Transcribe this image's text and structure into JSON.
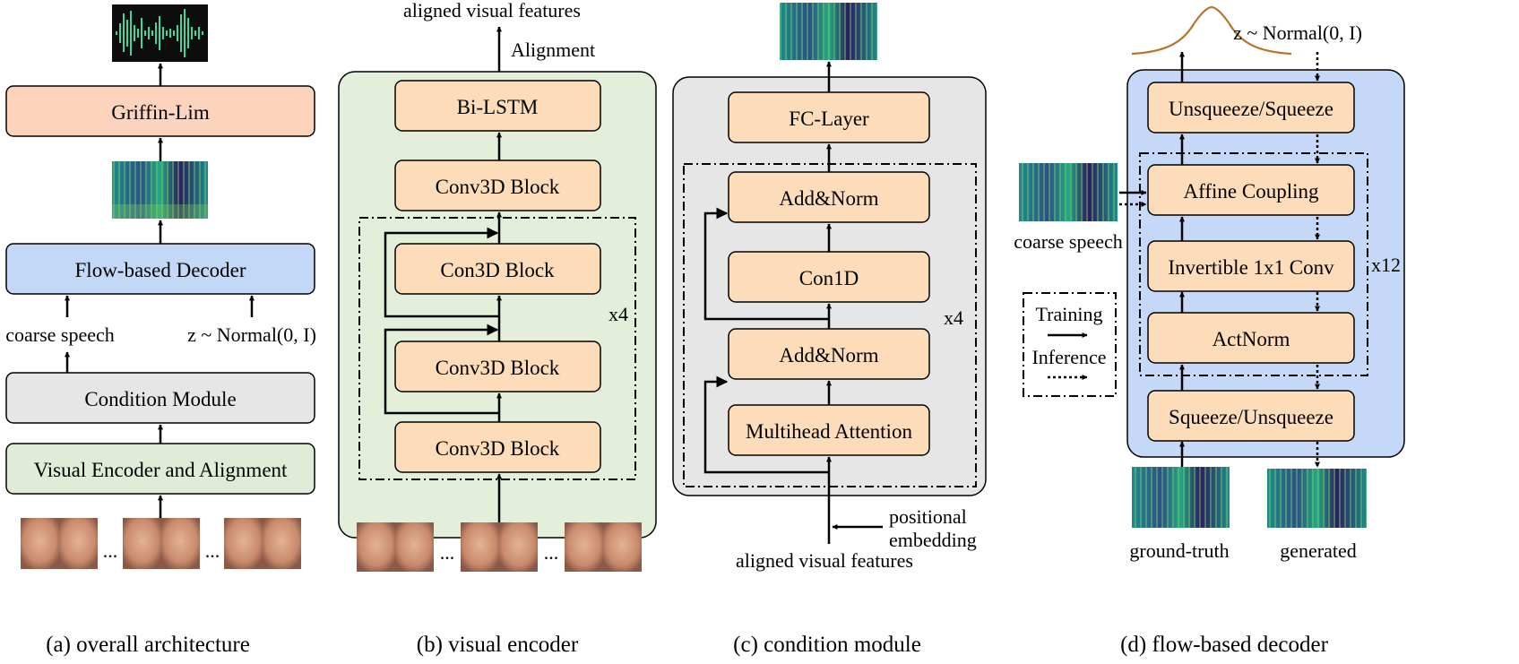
{
  "colors": {
    "orange_box": "#fdddb9",
    "salmon_box": "#fcd3bc",
    "blue_box": "#c3d7f6",
    "gray_box": "#e6e6e6",
    "green_box": "#e0ecd7",
    "panel_green": "#e3efda",
    "panel_gray": "#e6e6e6",
    "panel_blue": "#c5d8f7",
    "gauss_curve": "#b8742a",
    "spectrogram_dark": "#2d1c63",
    "spectrogram_mid": "#1f8b8c",
    "spectrogram_light": "#7ad15f",
    "waveform": "#37dba2"
  },
  "panel_a": {
    "griffin_lim": "Griffin-Lim",
    "flow_decoder": "Flow-based Decoder",
    "coarse_speech": "coarse speech",
    "z_normal": "z ~ Normal(0, I)",
    "condition_module": "Condition Module",
    "visual_encoder": "Visual Encoder and Alignment",
    "ellipsis": "...",
    "caption": "(a) overall architecture"
  },
  "panel_b": {
    "output_label": "aligned visual features",
    "alignment": "Alignment",
    "bilstm": "Bi-LSTM",
    "conv3d_top": "Conv3D Block",
    "con3d": "Con3D Block",
    "conv3d_mid": "Conv3D Block",
    "conv3d_bottom": "Conv3D Block",
    "repeat": "x4",
    "ellipsis": "...",
    "caption": "(b) visual encoder"
  },
  "panel_c": {
    "fc_layer": "FC-Layer",
    "add_norm_top": "Add&Norm",
    "con1d": "Con1D",
    "add_norm_bottom": "Add&Norm",
    "mha": "Multihead Attention",
    "repeat": "x4",
    "positional": "positional",
    "embedding": "embedding",
    "input_label": "aligned visual features",
    "caption": "(c) condition module"
  },
  "panel_d": {
    "z_normal": "z ~ Normal(0, I)",
    "unsqueeze_squeeze": "Unsqueeze/Squeeze",
    "affine": "Affine Coupling",
    "invertible": "Invertible 1x1 Conv",
    "actnorm": "ActNorm",
    "squeeze_unsqueeze": "Squeeze/Unsqueeze",
    "repeat": "x12",
    "coarse_speech": "coarse speech",
    "ground_truth": "ground-truth",
    "generated": "generated",
    "legend_training": "Training",
    "legend_inference": "Inference",
    "caption": "(d) flow-based decoder"
  }
}
